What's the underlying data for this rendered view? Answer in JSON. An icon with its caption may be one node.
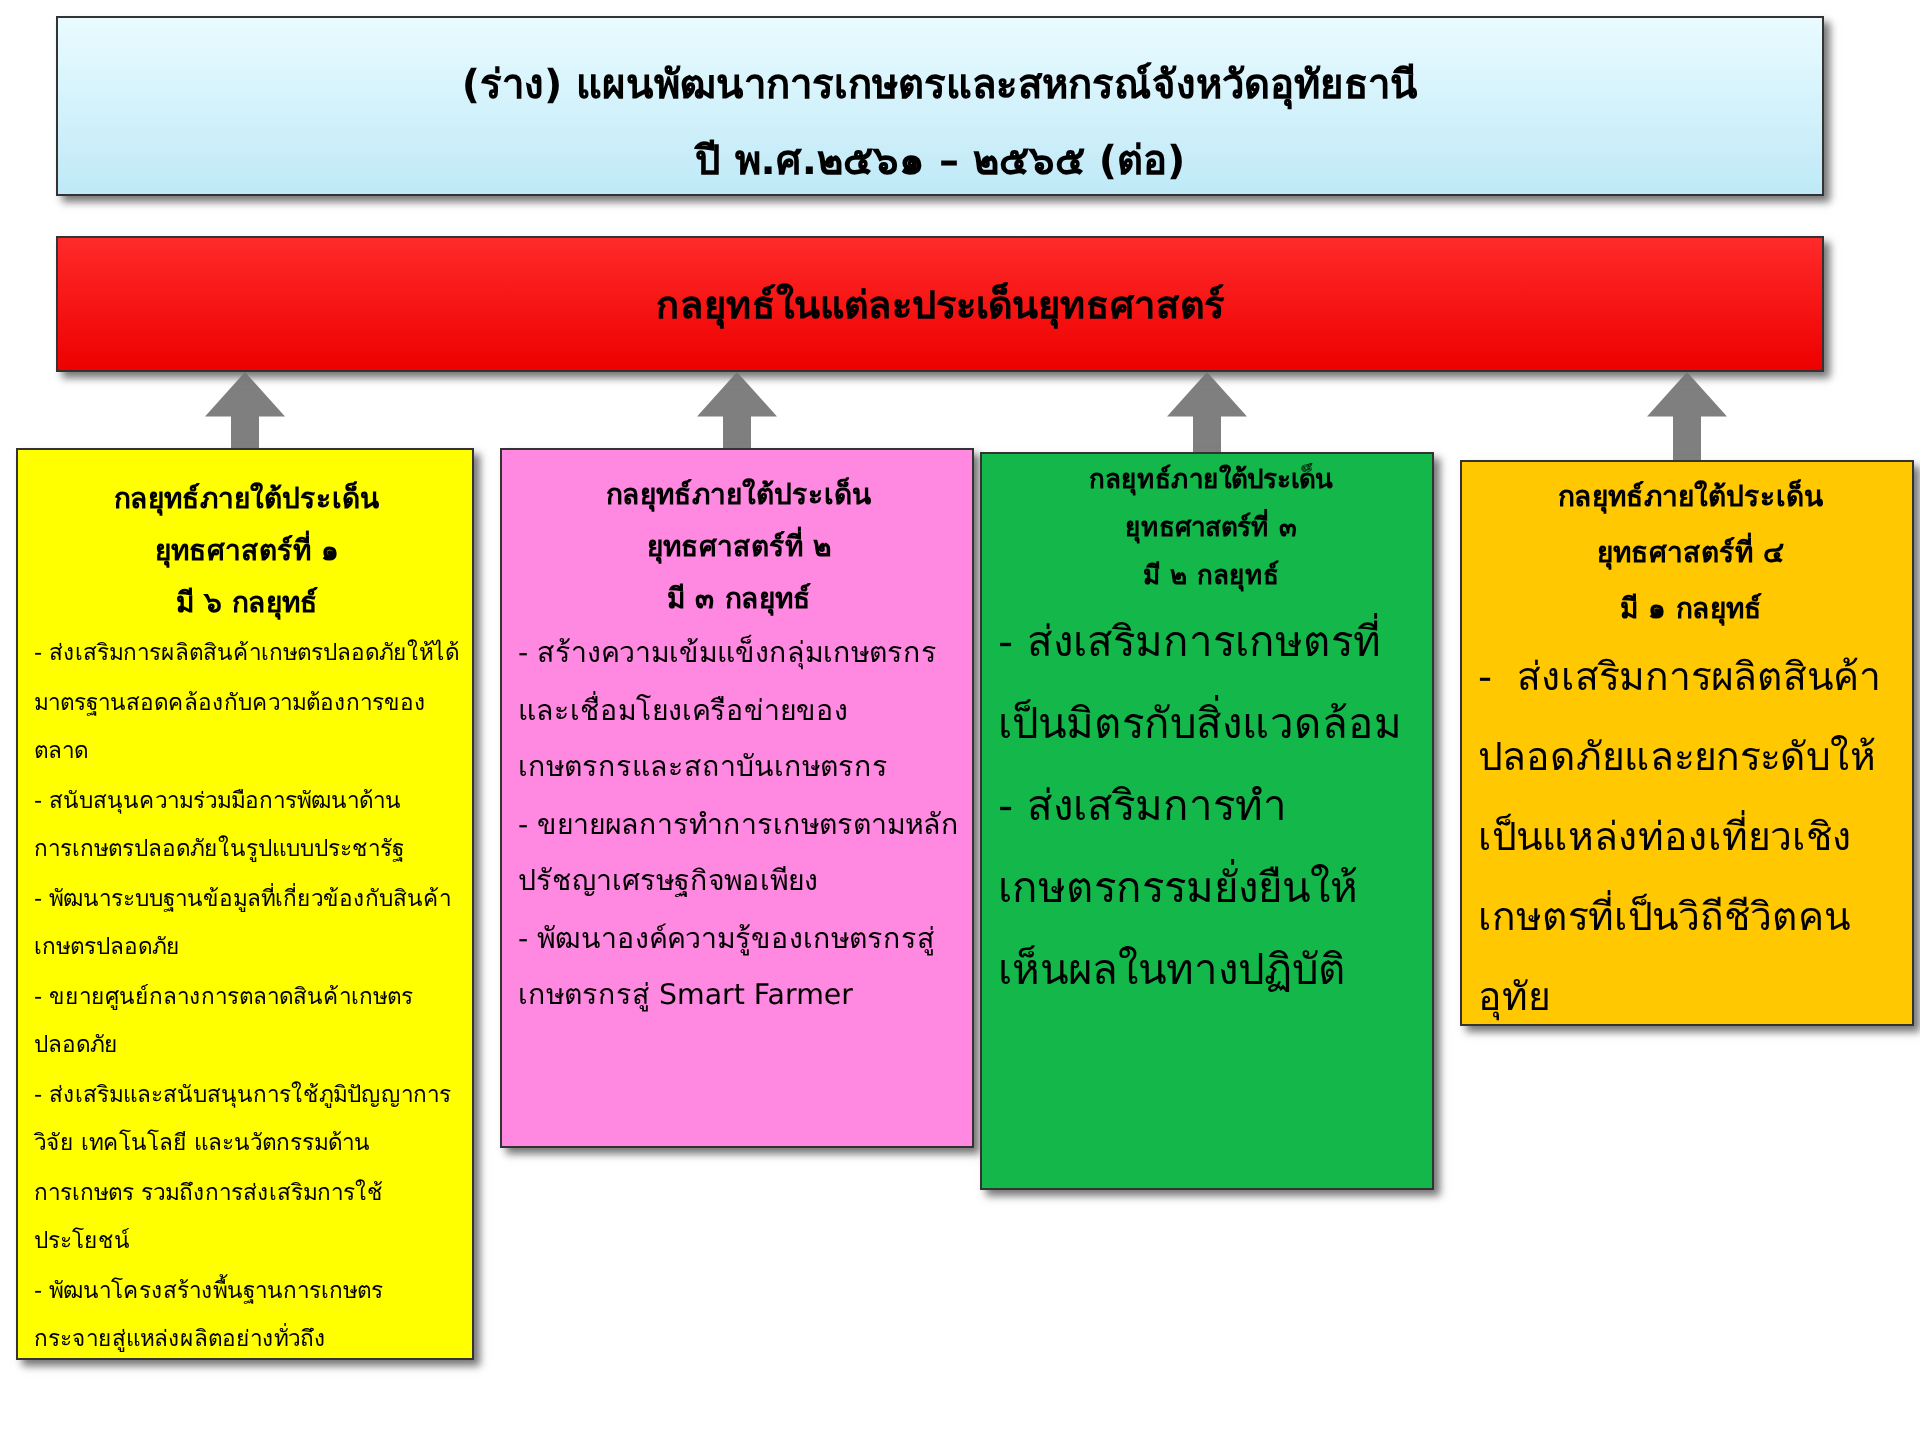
{
  "diagram": {
    "nodes": [
      {
        "text": [
          "(ร่าง) แผนพัฒนาการเกษตรและสหกรณ์จังหวัดอุทัยธานี",
          "ปี พ.ศ.๒๕๖๑ – ๒๕๖๕  (ต่อ)"
        ]
      },
      {
        "text": [
          "กลยุทธ์ในแต่ละประเด็นยุทธศาสตร์"
        ]
      },
      {
        "text": [
          "กลยุทธ์ภายใต้ประเด็นยุทธศาสตร์ที่ ๑",
          "มี ๖ กลยุทธ์",
          "- ส่งเสริมการผลิตสินค้าเกษตรปลอดภัยให้ได้มาตรฐานสอดคล้องกับความต้องการของตลาด",
          "- สนับสนุนความร่วมมือการพัฒนาด้านการเกษตรปลอดภัยในรูปแบบประชารัฐ",
          "- พัฒนาระบบฐานข้อมูลที่เกี่ยวข้องกับสินค้าเกษตรปลอดภัย",
          "- ขยายศูนย์กลางการตลาดสินค้าเกษตรปลอดภัย",
          "- ส่งเสริมและสนับสนุนการใช้ภูมิปัญญาการวิจัย เทคโนโลยี และนวัตกรรมด้านการเกษตร รวมถึงการส่งเสริมการใช้ประโยชน์",
          "- พัฒนาโครงสร้างพื้นฐานการเกษตรกระจายสู่แหล่งผลิตอย่างทั่วถึง"
        ]
      },
      {
        "text": [
          "กลยุทธ์ภายใต้ประเด็นยุทธศาสตร์ที่ ๒",
          "มี ๓ กลยุทธ์",
          "- สร้างความเข้มแข็งกลุ่มเกษตรกรและเชื่อมโยงเครือข่ายของเกษตรกรและสถาบันเกษตรกร",
          "- ขยายผลการทำการเกษตรตามหลักปรัชญาเศรษฐกิจพอเพียง",
          "- พัฒนาองค์ความรู้ของเกษตรกรสู่เกษตรกรสู่ Smart Farmer"
        ]
      },
      {
        "text": [
          "กลยุทธ์ภายใต้ประเด็นยุทธศาสตร์ที่ ๓",
          "มี ๒ กลยุทธ์",
          "- ส่งเสริมการเกษตรที่เป็นมิตรกับสิ่งแวดล้อม",
          "- ส่งเสริมการทำเกษตรกรรมยั่งยืนให้เห็นผลในทางปฏิบัติ"
        ]
      },
      {
        "text": [
          "กลยุทธ์ภายใต้ประเด็นยุทธศาสตร์ที่ ๔",
          "มี ๑ กลยุทธ์",
          "-  ส่งเสริมการผลิตสินค้าปลอดภัยและยกระดับให้เป็นแหล่งท่องเที่ยวเชิงเกษตรที่เป็นวิถีชีวิตคนอุทัย"
        ]
      }
    ],
    "edges": [
      {
        "from": 2,
        "to": 1,
        "arrow": "to"
      },
      {
        "from": 3,
        "to": 1,
        "arrow": "to"
      },
      {
        "from": 4,
        "to": 1,
        "arrow": "to"
      },
      {
        "from": 5,
        "to": 1,
        "arrow": "to"
      }
    ]
  }
}
